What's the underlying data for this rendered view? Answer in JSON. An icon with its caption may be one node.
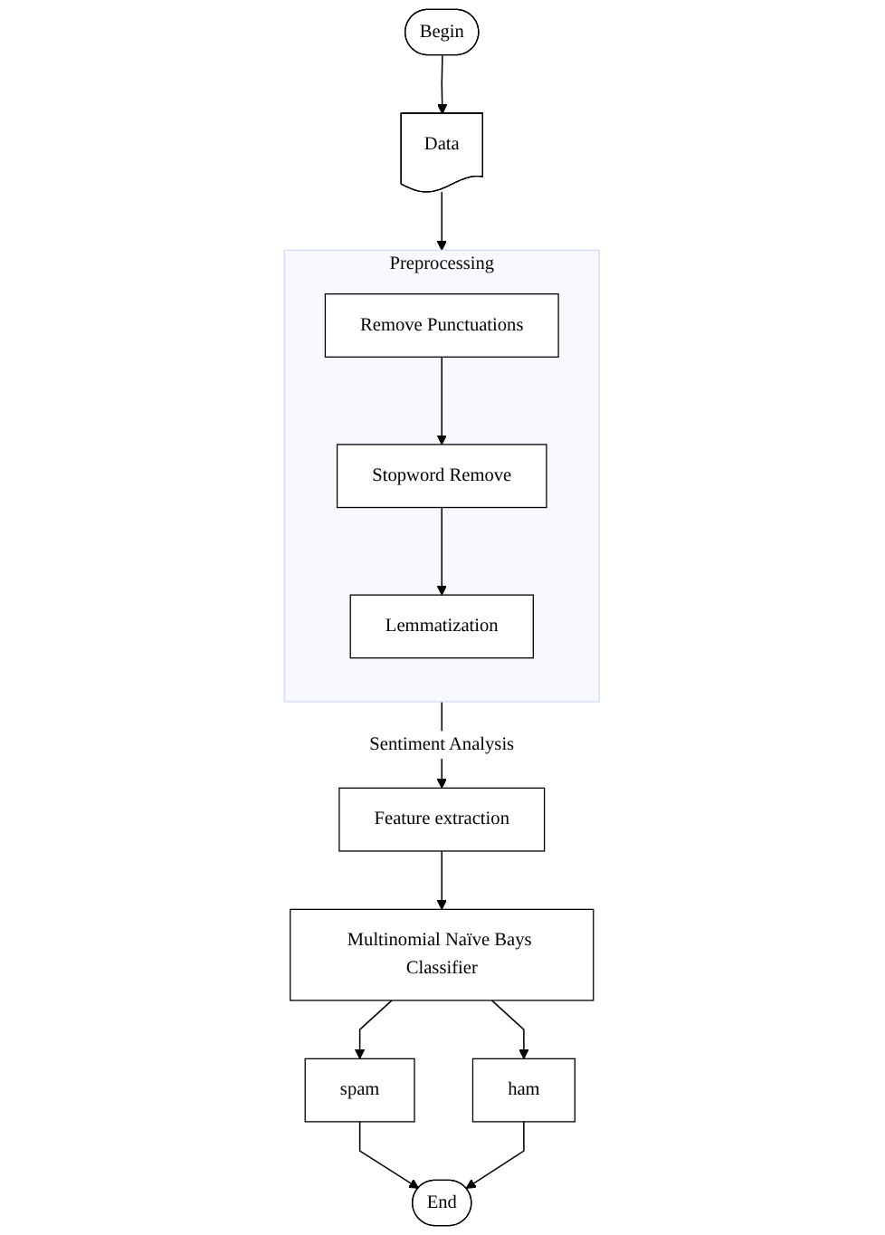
{
  "diagram": {
    "nodes": [
      {
        "text": [
          "Begin"
        ]
      },
      {
        "text": [
          "Data"
        ]
      },
      {
        "text": [
          "Preprocessing"
        ]
      },
      {
        "text": [
          "Remove Punctuations"
        ],
        "in": 2
      },
      {
        "text": [
          "Stopword Remove"
        ],
        "in": 2
      },
      {
        "text": [
          "Lemmatization"
        ],
        "in": 2
      },
      {
        "text": [
          "Feature extraction"
        ]
      },
      {
        "text": [
          "Multinomial Naïve Bays Classifier"
        ]
      },
      {
        "text": [
          "spam"
        ]
      },
      {
        "text": [
          "ham"
        ]
      },
      {
        "text": [
          "End"
        ]
      }
    ],
    "edges": [
      {
        "from": 0,
        "to": 1,
        "arrow": "to"
      },
      {
        "from": 1,
        "to": 2,
        "arrow": "to"
      },
      {
        "from": 3,
        "to": 4,
        "arrow": "to"
      },
      {
        "from": 4,
        "to": 5,
        "arrow": "to"
      },
      {
        "from": 2,
        "to": 6,
        "arrow": "to",
        "label": "Sentiment Analysis"
      },
      {
        "from": 6,
        "to": 7,
        "arrow": "to"
      },
      {
        "from": 7,
        "to": 8,
        "arrow": "to"
      },
      {
        "from": 7,
        "to": 9,
        "arrow": "to"
      },
      {
        "from": 8,
        "to": 10,
        "arrow": "to"
      },
      {
        "from": 9,
        "to": 10,
        "arrow": "to"
      }
    ]
  }
}
